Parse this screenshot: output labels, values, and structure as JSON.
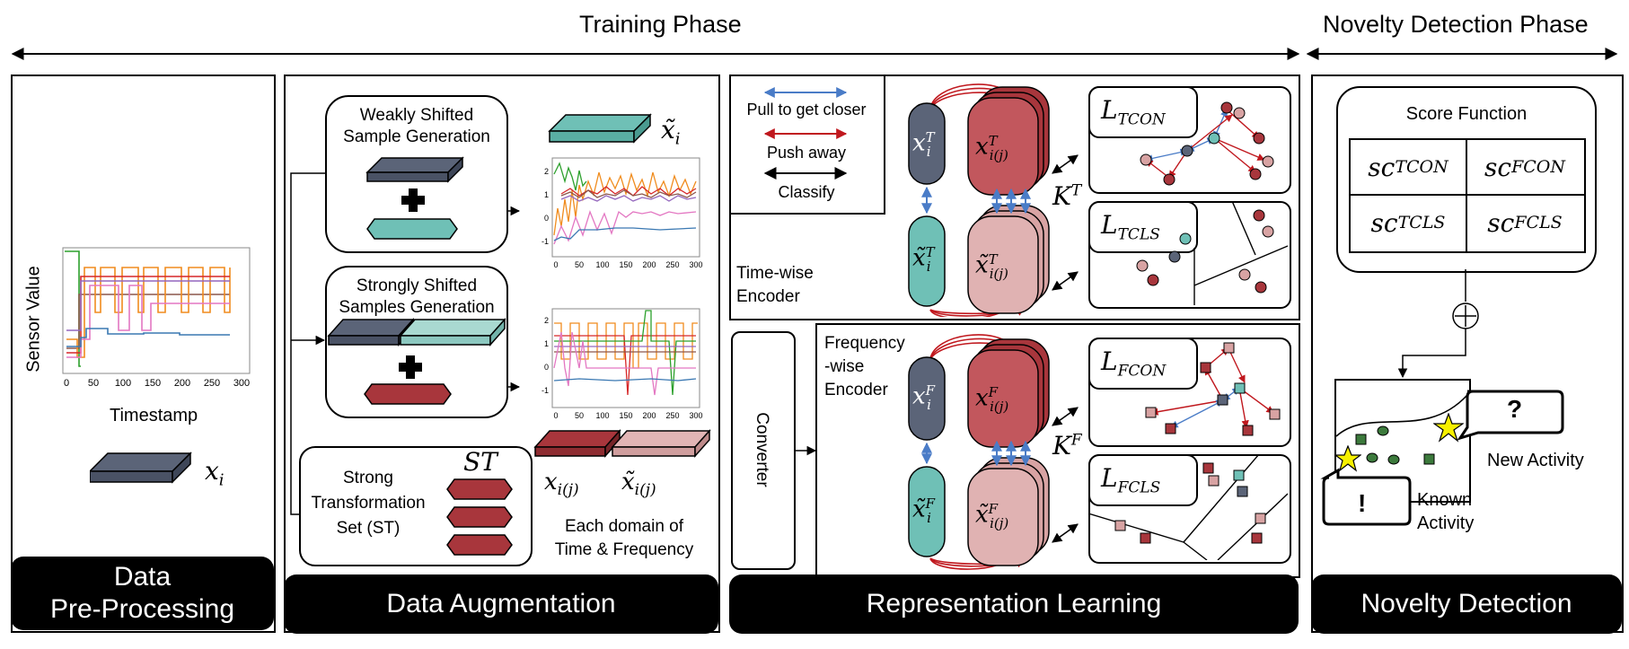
{
  "phases": {
    "training": "Training Phase",
    "novelty": "Novelty Detection Phase"
  },
  "footers": {
    "preprocessing": [
      "Data",
      "Pre-Processing"
    ],
    "augmentation": "Data Augmentation",
    "representation": "Representation Learning",
    "novelty": "Novelty Detection"
  },
  "preprocessing": {
    "ylabel": "Sensor Value",
    "xlabel": "Timestamp",
    "xticks": [
      "0",
      "50",
      "100",
      "150",
      "200",
      "250",
      "300"
    ],
    "sample_label": "x_i"
  },
  "augmentation": {
    "weak_title": [
      "Weakly Shifted",
      "Sample Generation"
    ],
    "strong_title": [
      "Strongly Shifted",
      "Samples Generation"
    ],
    "st_title": [
      "Strong",
      "Transformation",
      "Set (ST)"
    ],
    "st_symbol": "ST",
    "domain_caption": [
      "Each domain of",
      "Time & Frequency"
    ],
    "plot1_yticks": [
      "2",
      "1",
      "0",
      "-1"
    ],
    "plot2_yticks": [
      "2",
      "1",
      "0",
      "-1"
    ],
    "xticks": [
      "0",
      "50",
      "100",
      "150",
      "200",
      "250",
      "300"
    ]
  },
  "representation": {
    "legend": {
      "pull": "Pull to get closer",
      "push": "Push away",
      "classify": "Classify"
    },
    "time_encoder": [
      "Time-wise",
      "Encoder"
    ],
    "freq_encoder": [
      "Frequency",
      "-wise",
      "Encoder"
    ],
    "converter": "Converter",
    "losses": {
      "tcon": "TCON",
      "tcls": "TCLS",
      "fcon": "FCON",
      "fcls": "FCLS"
    },
    "k_time": "T",
    "k_freq": "F"
  },
  "novelty": {
    "score_title": "Score Function",
    "scores": [
      "TCON",
      "FCON",
      "TCLS",
      "FCLS"
    ],
    "new_label": "New Activity",
    "known_label": [
      "Known",
      "Activity"
    ],
    "question": "?",
    "exclaim": "!"
  },
  "colors": {
    "slate": "#5b6478",
    "teal": "#6fc0b6",
    "red": "#a8363c",
    "pink": "#d8a3a3",
    "orange": "#f08c1e",
    "blue": "#3a78b2",
    "green": "#2ca02c",
    "magenta": "#e377c2",
    "pull_arrow": "#4a7cc7",
    "push_arrow": "#c0181e"
  }
}
